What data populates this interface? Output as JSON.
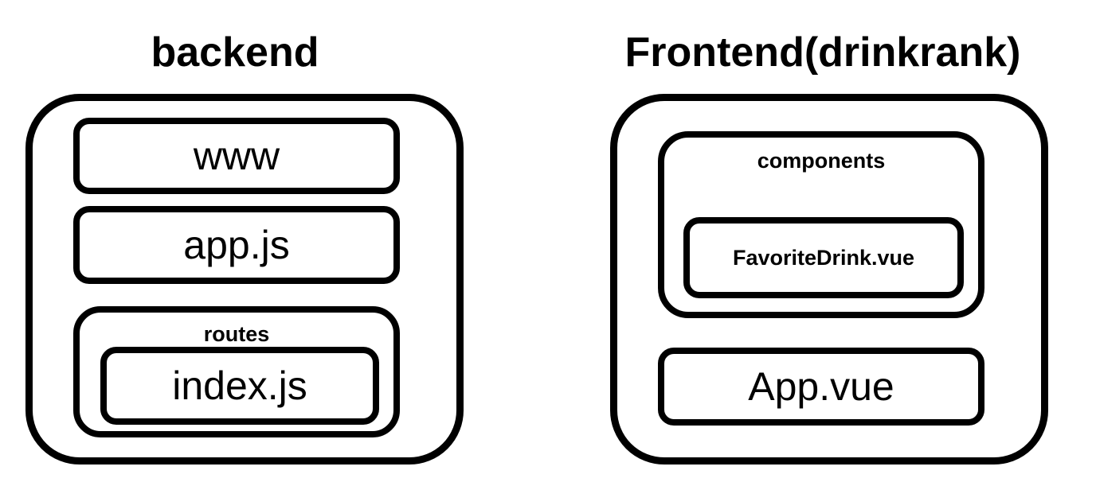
{
  "backend": {
    "title": "backend",
    "items": {
      "www": "www",
      "app": "app.js",
      "routes_label": "routes",
      "index": "index.js"
    }
  },
  "frontend": {
    "title": "Frontend(drinkrank)",
    "items": {
      "components_label": "components",
      "favorite_drink": "FavoriteDrink.vue",
      "app_vue": "App.vue"
    }
  },
  "colors": {
    "stroke": "#000000",
    "background": "#ffffff"
  }
}
